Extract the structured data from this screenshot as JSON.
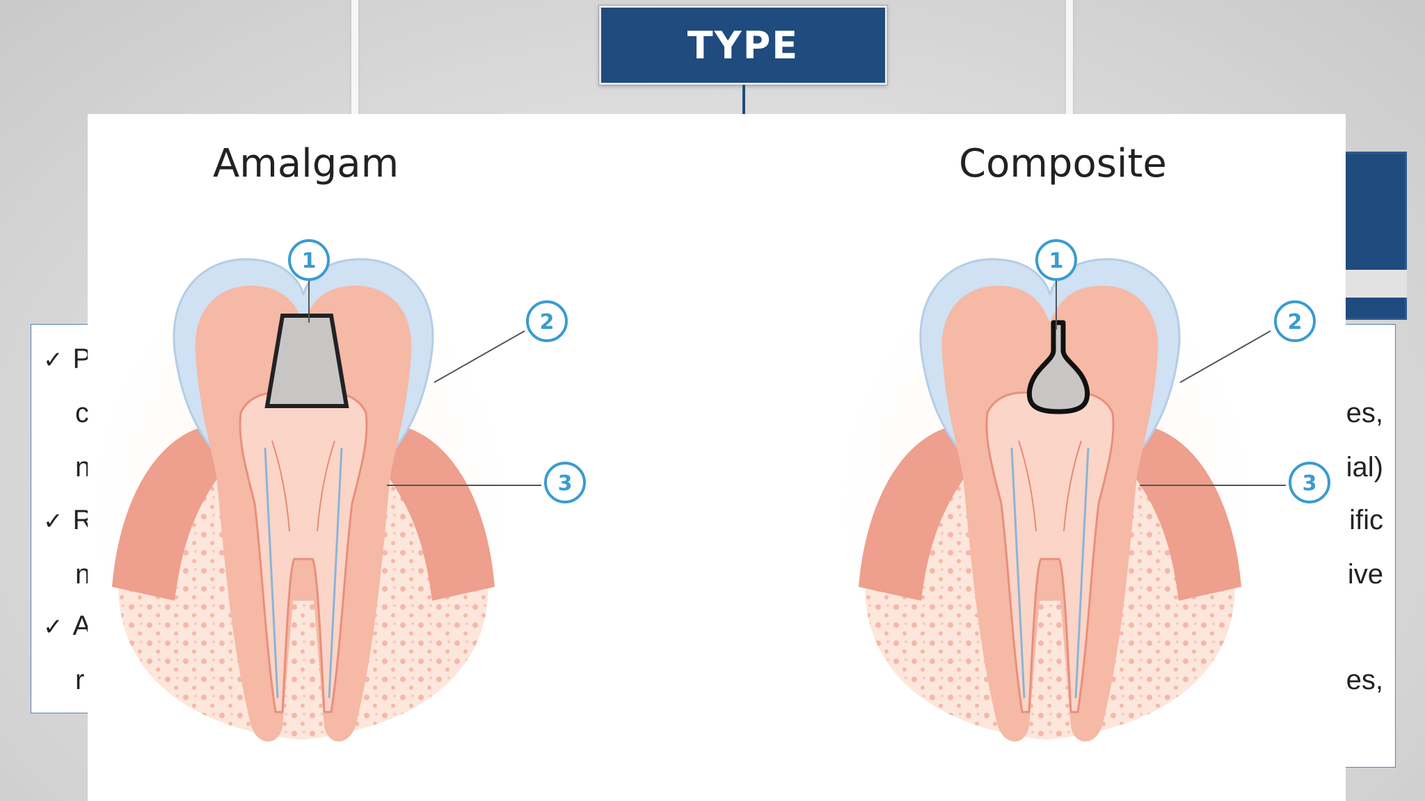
{
  "header": {
    "title": "TYPE"
  },
  "left_card": {
    "lines": [
      {
        "check": "✓",
        "text": "P"
      },
      {
        "check": "",
        "text": "c"
      },
      {
        "check": "",
        "text": "n"
      },
      {
        "check": "✓",
        "text": "R"
      },
      {
        "check": "",
        "text": "n"
      },
      {
        "check": "✓",
        "text": "A"
      },
      {
        "check": "",
        "text": "r"
      }
    ]
  },
  "right_card": {
    "lines": [
      "ies,",
      "ial)",
      "ific",
      "ive",
      "tes,"
    ]
  },
  "diagrams": [
    {
      "title": "Amalgam",
      "labels": [
        "1",
        "2",
        "3"
      ]
    },
    {
      "title": "Composite",
      "labels": [
        "1",
        "2",
        "3"
      ]
    }
  ],
  "colors": {
    "header_bg": "#1f4b7e",
    "label_circle": "#3a9bd1",
    "enamel": "#c9ddf0",
    "dentin": "#f4b9a8",
    "gum": "#eea493",
    "filling": "#c8c6c4"
  }
}
